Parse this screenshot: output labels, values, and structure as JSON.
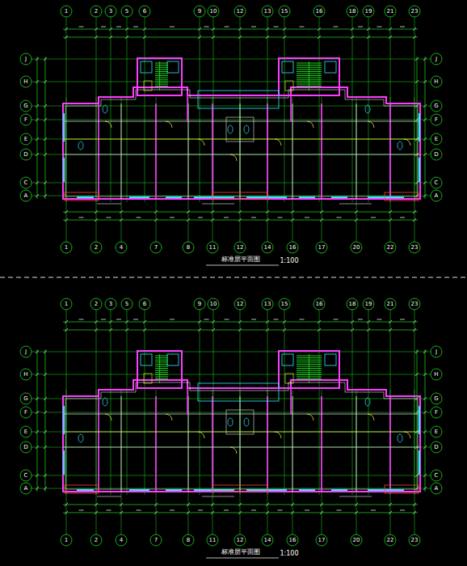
{
  "diagram": {
    "labels": [
      "1",
      "2",
      "3",
      "5",
      "6",
      "9",
      "10",
      "12",
      "13",
      "15",
      "16",
      "18",
      "19",
      "21",
      "23",
      "1",
      "2",
      "4",
      "7",
      "8",
      "11",
      "12",
      "14",
      "16",
      "17",
      "20",
      "22",
      "23",
      "J",
      "H",
      "G",
      "F",
      "E",
      "D",
      "C",
      "A",
      "J",
      "H",
      "G",
      "F",
      "E",
      "D",
      "C",
      "A",
      "标准层平面图",
      "1:100",
      "1",
      "2",
      "3",
      "5",
      "6",
      "9",
      "10",
      "12",
      "13",
      "15",
      "16",
      "18",
      "19",
      "21",
      "23",
      "1",
      "2",
      "4",
      "7",
      "8",
      "11",
      "12",
      "14",
      "16",
      "17",
      "20",
      "22",
      "23",
      "J",
      "H",
      "G",
      "F",
      "E",
      "D",
      "C",
      "A",
      "J",
      "H",
      "G",
      "F",
      "E",
      "D",
      "C",
      "A",
      "标准层平面图",
      "1:100"
    ]
  }
}
